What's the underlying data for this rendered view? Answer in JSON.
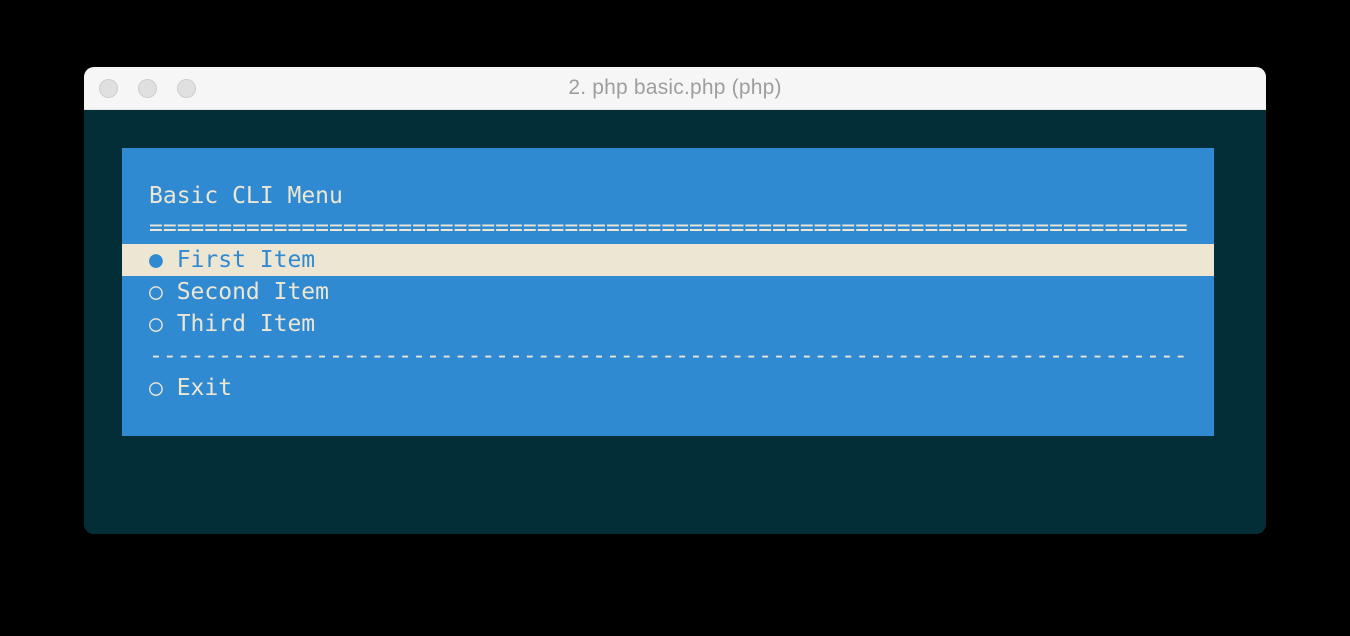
{
  "window": {
    "title": "2. php basic.php (php)",
    "traffic_lights": {
      "close": "close",
      "minimize": "minimize",
      "zoom": "zoom"
    }
  },
  "colors": {
    "terminal_background": "#032e38",
    "menu_background": "#2f8ad2",
    "menu_text": "#ece6d3",
    "selected_row_background": "#ece6d3",
    "selected_row_text": "#2f8ad2",
    "titlebar_background": "#f6f6f6",
    "titlebar_text": "#9e9e9e"
  },
  "menu": {
    "title": "Basic CLI Menu",
    "title_separator": "===========================================================================",
    "items": [
      {
        "marker": "●",
        "label": "First Item",
        "selected": true
      },
      {
        "marker": "○",
        "label": "Second Item",
        "selected": false
      },
      {
        "marker": "○",
        "label": "Third Item",
        "selected": false
      }
    ],
    "section_separator": "---------------------------------------------------------------------------",
    "exit_item": {
      "marker": "○",
      "label": "Exit",
      "selected": false
    }
  }
}
